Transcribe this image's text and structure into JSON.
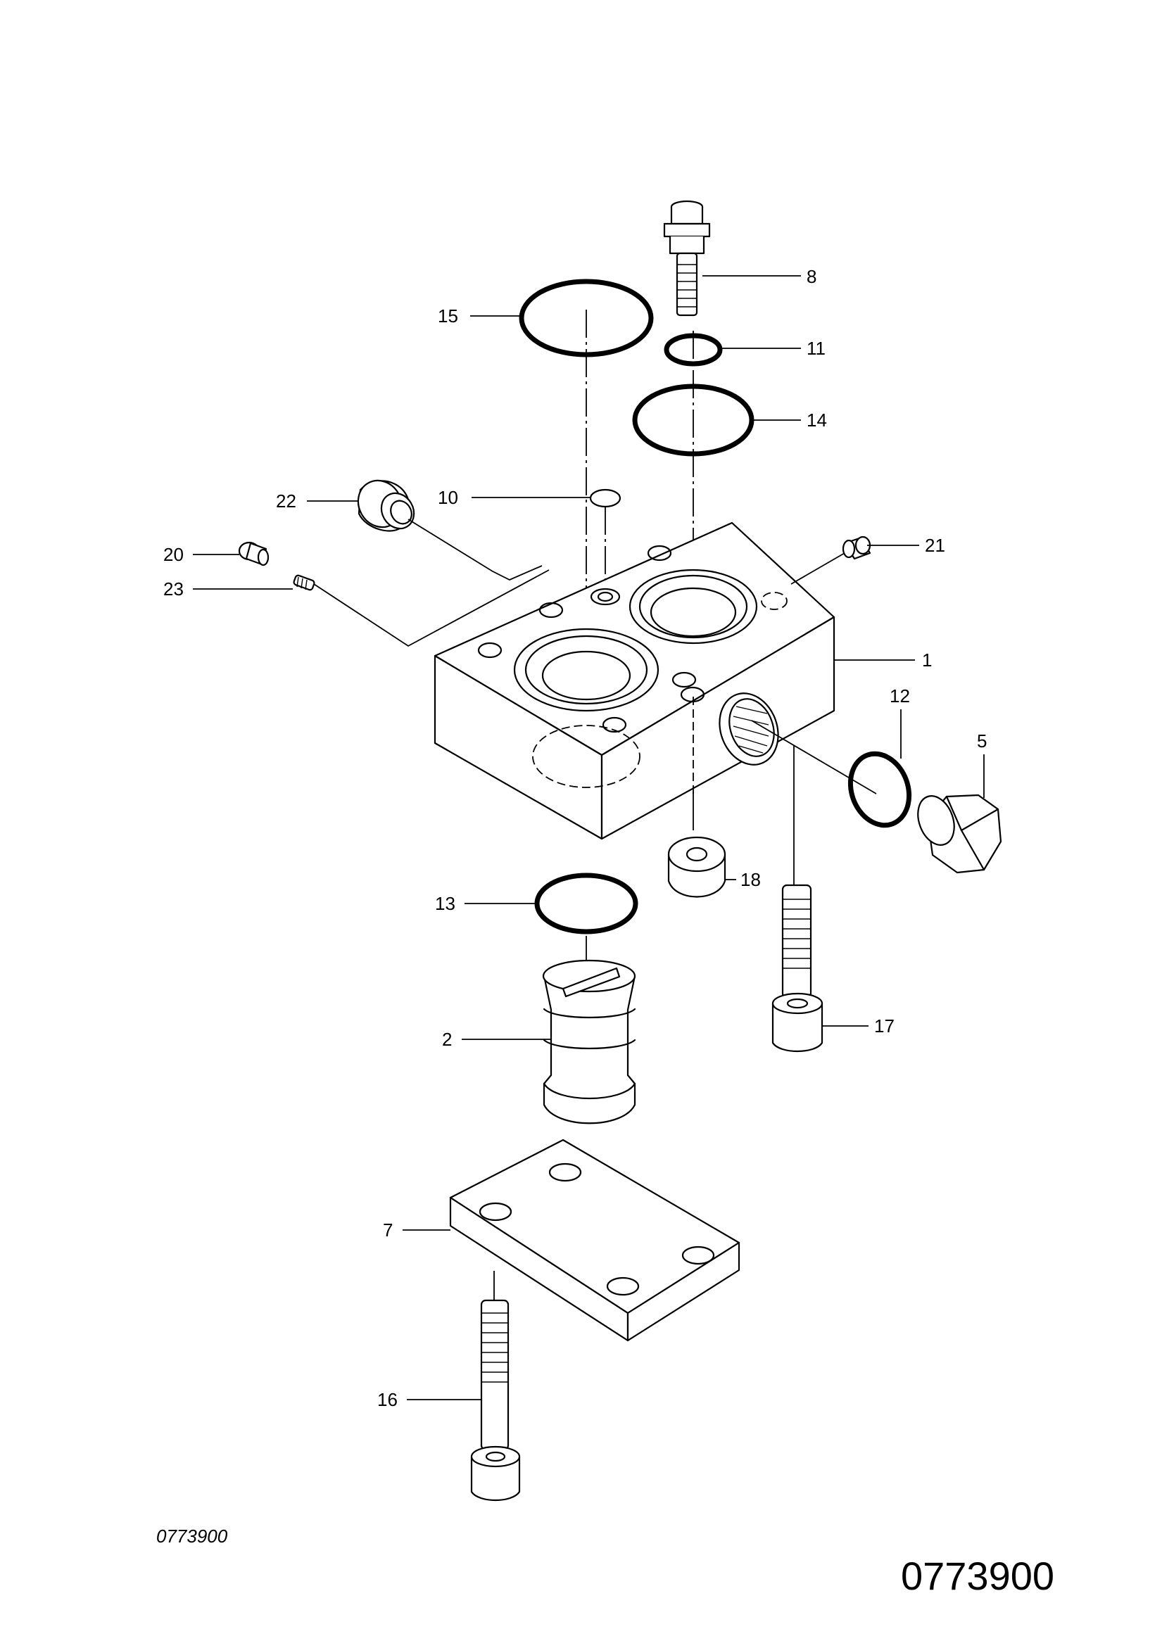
{
  "diagram": {
    "type": "exploded-parts-view",
    "callouts": [
      {
        "id": "c1",
        "label": "1"
      },
      {
        "id": "c2",
        "label": "2"
      },
      {
        "id": "c5",
        "label": "5"
      },
      {
        "id": "c7",
        "label": "7"
      },
      {
        "id": "c8",
        "label": "8"
      },
      {
        "id": "c10",
        "label": "10"
      },
      {
        "id": "c11",
        "label": "11"
      },
      {
        "id": "c12",
        "label": "12"
      },
      {
        "id": "c13",
        "label": "13"
      },
      {
        "id": "c14",
        "label": "14"
      },
      {
        "id": "c15",
        "label": "15"
      },
      {
        "id": "c16",
        "label": "16"
      },
      {
        "id": "c17",
        "label": "17"
      },
      {
        "id": "c18",
        "label": "18"
      },
      {
        "id": "c20",
        "label": "20"
      },
      {
        "id": "c21",
        "label": "21"
      },
      {
        "id": "c22",
        "label": "22"
      },
      {
        "id": "c23",
        "label": "23"
      }
    ],
    "drawing_number_small": "0773900",
    "drawing_number_large": "0773900"
  }
}
